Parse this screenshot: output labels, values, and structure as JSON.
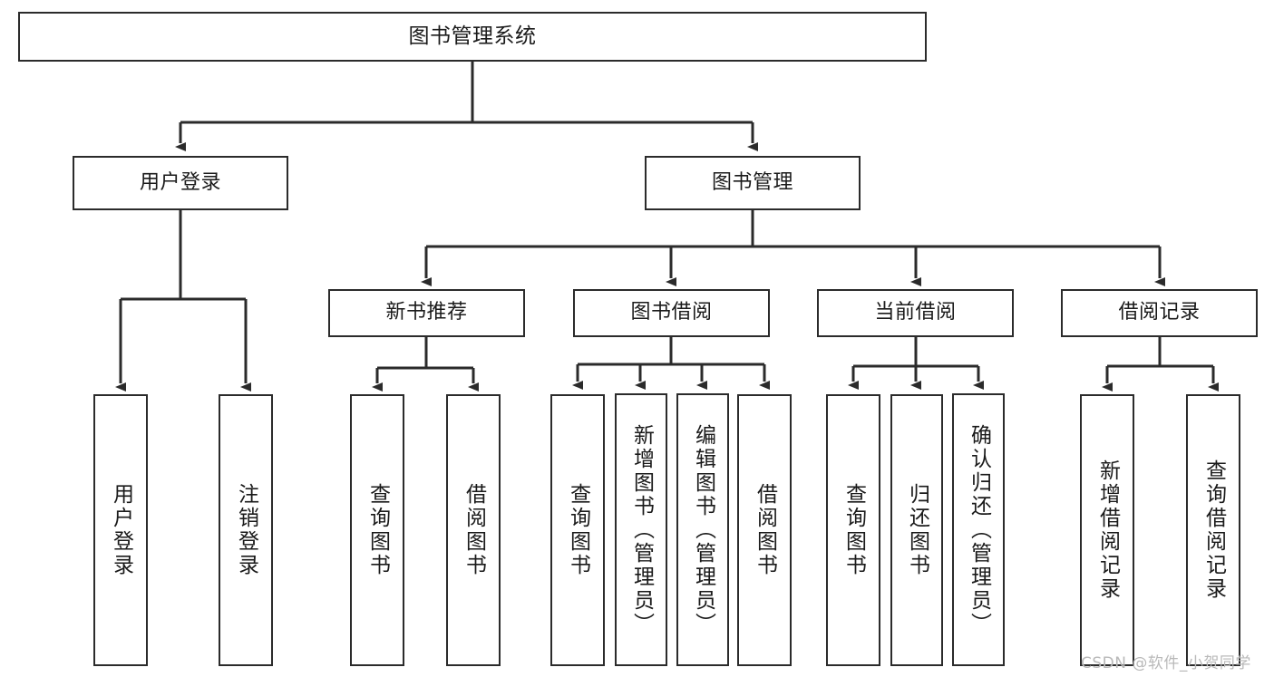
{
  "diagram": {
    "type": "tree-hierarchy-chart",
    "title": "图书管理系统",
    "orientation": "top-down",
    "colors": {
      "box_border": "#2b2b2b",
      "box_fill": "#ffffff",
      "connector": "#2b2b2b",
      "text": "#1a1a1a",
      "watermark": "#b9b9b9",
      "background": "#ffffff"
    }
  },
  "root": {
    "label": "图书管理系统"
  },
  "level1": [
    {
      "label": "用户登录"
    },
    {
      "label": "图书管理"
    }
  ],
  "level2": [
    {
      "label": "新书推荐"
    },
    {
      "label": "图书借阅"
    },
    {
      "label": "当前借阅"
    },
    {
      "label": "借阅记录"
    }
  ],
  "leaves": {
    "user_login": [
      {
        "label": "用户登录"
      },
      {
        "label": "注销登录"
      }
    ],
    "new_book_recommend": [
      {
        "label": "查询图书"
      },
      {
        "label": "借阅图书"
      }
    ],
    "book_borrow": [
      {
        "label": "查询图书"
      },
      {
        "label": "新增图书（管理员）"
      },
      {
        "label": "编辑图书（管理员）"
      },
      {
        "label": "借阅图书"
      }
    ],
    "current_borrow": [
      {
        "label": "查询图书"
      },
      {
        "label": "归还图书"
      },
      {
        "label": "确认归还（管理员）"
      }
    ],
    "borrow_record": [
      {
        "label": "新增借阅记录"
      },
      {
        "label": "查询借阅记录"
      }
    ]
  },
  "watermark": {
    "text": "CSDN @软件_小贺同学"
  }
}
